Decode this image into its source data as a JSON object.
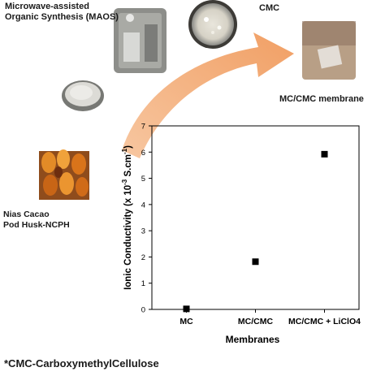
{
  "labels": {
    "maos_line1": "Microwave-assisted",
    "maos_line2": "Organic Synthesis (MAOS)",
    "cmc": "CMC",
    "membrane": "MC/CMC membrane",
    "cacao_line1": "Nias Cacao",
    "cacao_line2": "Pod Husk-NCPH",
    "footnote": "*CMC-CarboxymethylCellulose"
  },
  "chart_data": {
    "type": "scatter",
    "categories": [
      "MC",
      "MC/CMC",
      "MC/CMC + LiClO4"
    ],
    "values": [
      0.02,
      1.82,
      5.92
    ],
    "xlabel": "Membranes",
    "ylabel_main": "Ionic Conductivity (x 10",
    "ylabel_exp": "-3",
    "ylabel_unit": " S.cm",
    "ylabel_unit_exp": "-1",
    "ylabel_close": ")",
    "ylim": [
      0,
      7
    ],
    "yticks": [
      "0",
      "1",
      "2",
      "3",
      "4",
      "5",
      "6",
      "7"
    ],
    "grid": false,
    "marker_color": "#000000"
  },
  "colors": {
    "arrow": "#f2a46b",
    "pod_orange": "#d9741a",
    "pod_dark": "#7a3a12"
  }
}
